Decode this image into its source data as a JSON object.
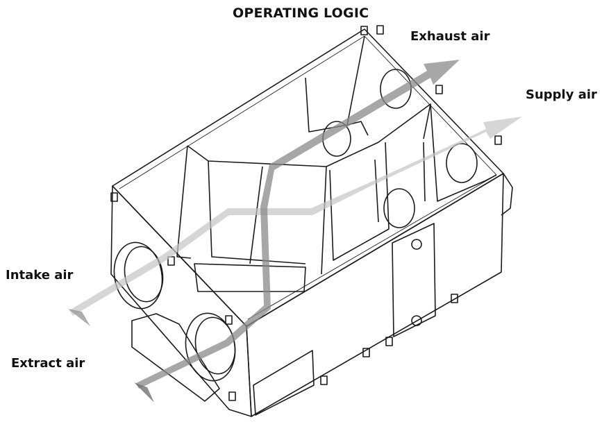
{
  "diagram": {
    "title": "OPERATING LOGIC",
    "labels": {
      "exhaust_air": "Exhaust air",
      "supply_air": "Supply air",
      "intake_air": "Intake air",
      "extract_air": "Extract air"
    },
    "colors": {
      "line": "#1a1a1a",
      "arrow_light": "#c4c4c4",
      "arrow_dark": "#8a8a8a",
      "background": "#ffffff"
    }
  }
}
